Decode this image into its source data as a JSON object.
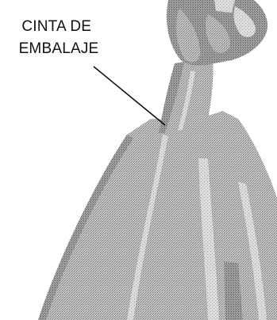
{
  "callout": {
    "line1": "CINTA DE",
    "line2": "EMBALAJE"
  },
  "colors": {
    "background": "#ffffff",
    "packing_tape": "#bdbdbd",
    "tape_shadow": "#8f8f8f",
    "fingers": "#a9a9a9",
    "highlight": "#ececec",
    "leader_line": "#111111",
    "text": "#111111"
  },
  "figure": {
    "subject": "hand pulling packing tape off a panel"
  }
}
